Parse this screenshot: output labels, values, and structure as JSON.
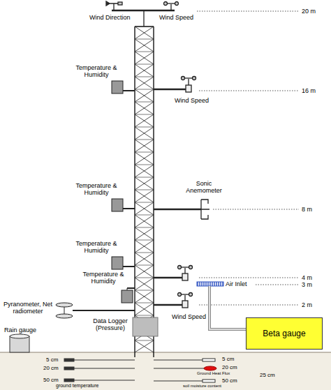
{
  "diagram": {
    "nodes": [
      {
        "text": [
          "Beta gauge"
        ]
      }
    ],
    "labels": [
      "Wind Direction",
      "Wind Speed",
      "20 m",
      "Temperature & Humidity",
      "Wind Speed",
      "16 m",
      "Temperature & Humidity",
      "Sonic Anemometer",
      "8 m",
      "Temperature & Humidity",
      "4 m",
      "Temperature & Humidity",
      "Air Inlet",
      "3 m",
      "Wind Speed",
      "2 m",
      "Pyranometer, Net radiometer",
      "Data Logger (Pressure)",
      "Rain gauge",
      "5 cm",
      "20 cm",
      "50 cm",
      "ground temperature",
      "5 cm",
      "20 cm",
      "Ground Heat Flux",
      "25 cm",
      "50 cm",
      "soil moisture content"
    ]
  }
}
